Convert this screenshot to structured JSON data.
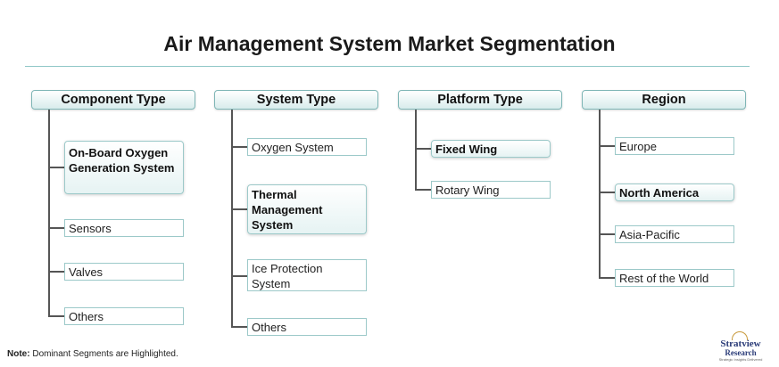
{
  "title": "Air Management System Market Segmentation",
  "note": {
    "label": "Note:",
    "text": " Dominant Segments are Highlighted."
  },
  "logo": {
    "line1": "Stratview",
    "line2": "Research",
    "tagline": "Strategic Insights Delivered"
  },
  "columns": [
    {
      "header": "Component Type",
      "items": [
        {
          "label": "On-Board Oxygen Generation System",
          "highlighted": true
        },
        {
          "label": "Sensors",
          "highlighted": false
        },
        {
          "label": "Valves",
          "highlighted": false
        },
        {
          "label": "Others",
          "highlighted": false
        }
      ]
    },
    {
      "header": "System Type",
      "items": [
        {
          "label": "Oxygen System",
          "highlighted": false
        },
        {
          "label": "Thermal Management System",
          "highlighted": true
        },
        {
          "label": "Ice Protection System",
          "highlighted": false
        },
        {
          "label": "Others",
          "highlighted": false
        }
      ]
    },
    {
      "header": "Platform Type",
      "items": [
        {
          "label": "Fixed Wing",
          "highlighted": true
        },
        {
          "label": "Rotary Wing",
          "highlighted": false
        }
      ]
    },
    {
      "header": "Region",
      "items": [
        {
          "label": "Europe",
          "highlighted": false
        },
        {
          "label": "North America",
          "highlighted": true
        },
        {
          "label": "Asia-Pacific",
          "highlighted": false
        },
        {
          "label": "Rest of the World",
          "highlighted": false
        }
      ]
    }
  ],
  "colors": {
    "accent": "#8fc7c7",
    "header_border": "#7fb6b6",
    "connector": "#555555"
  }
}
